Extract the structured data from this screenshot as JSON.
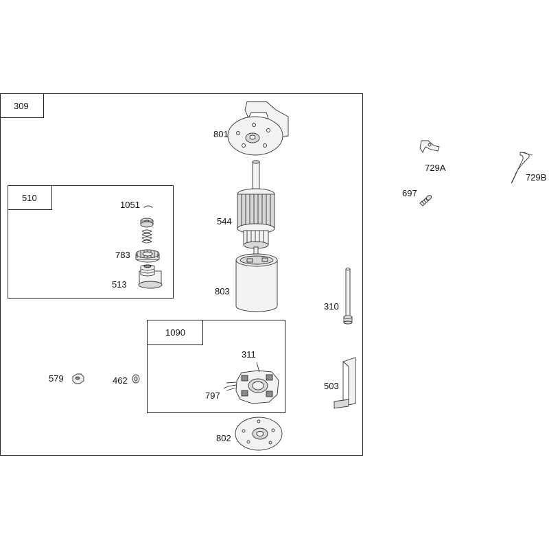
{
  "frames": {
    "main": "309",
    "drive": "510",
    "brush": "1090"
  },
  "callouts": {
    "bracket": "801",
    "armature": "544",
    "housing": "803",
    "end_cap": "802",
    "brush_holder": "311",
    "brush_wire": "797",
    "nut": "579",
    "washer": "462",
    "thru_bolt": "310",
    "retainer_ring": "1051",
    "drive_gear": "783",
    "drive_helix": "513",
    "clip_a": "729A",
    "clip_b": "729B",
    "screw": "697",
    "shield": "503"
  }
}
